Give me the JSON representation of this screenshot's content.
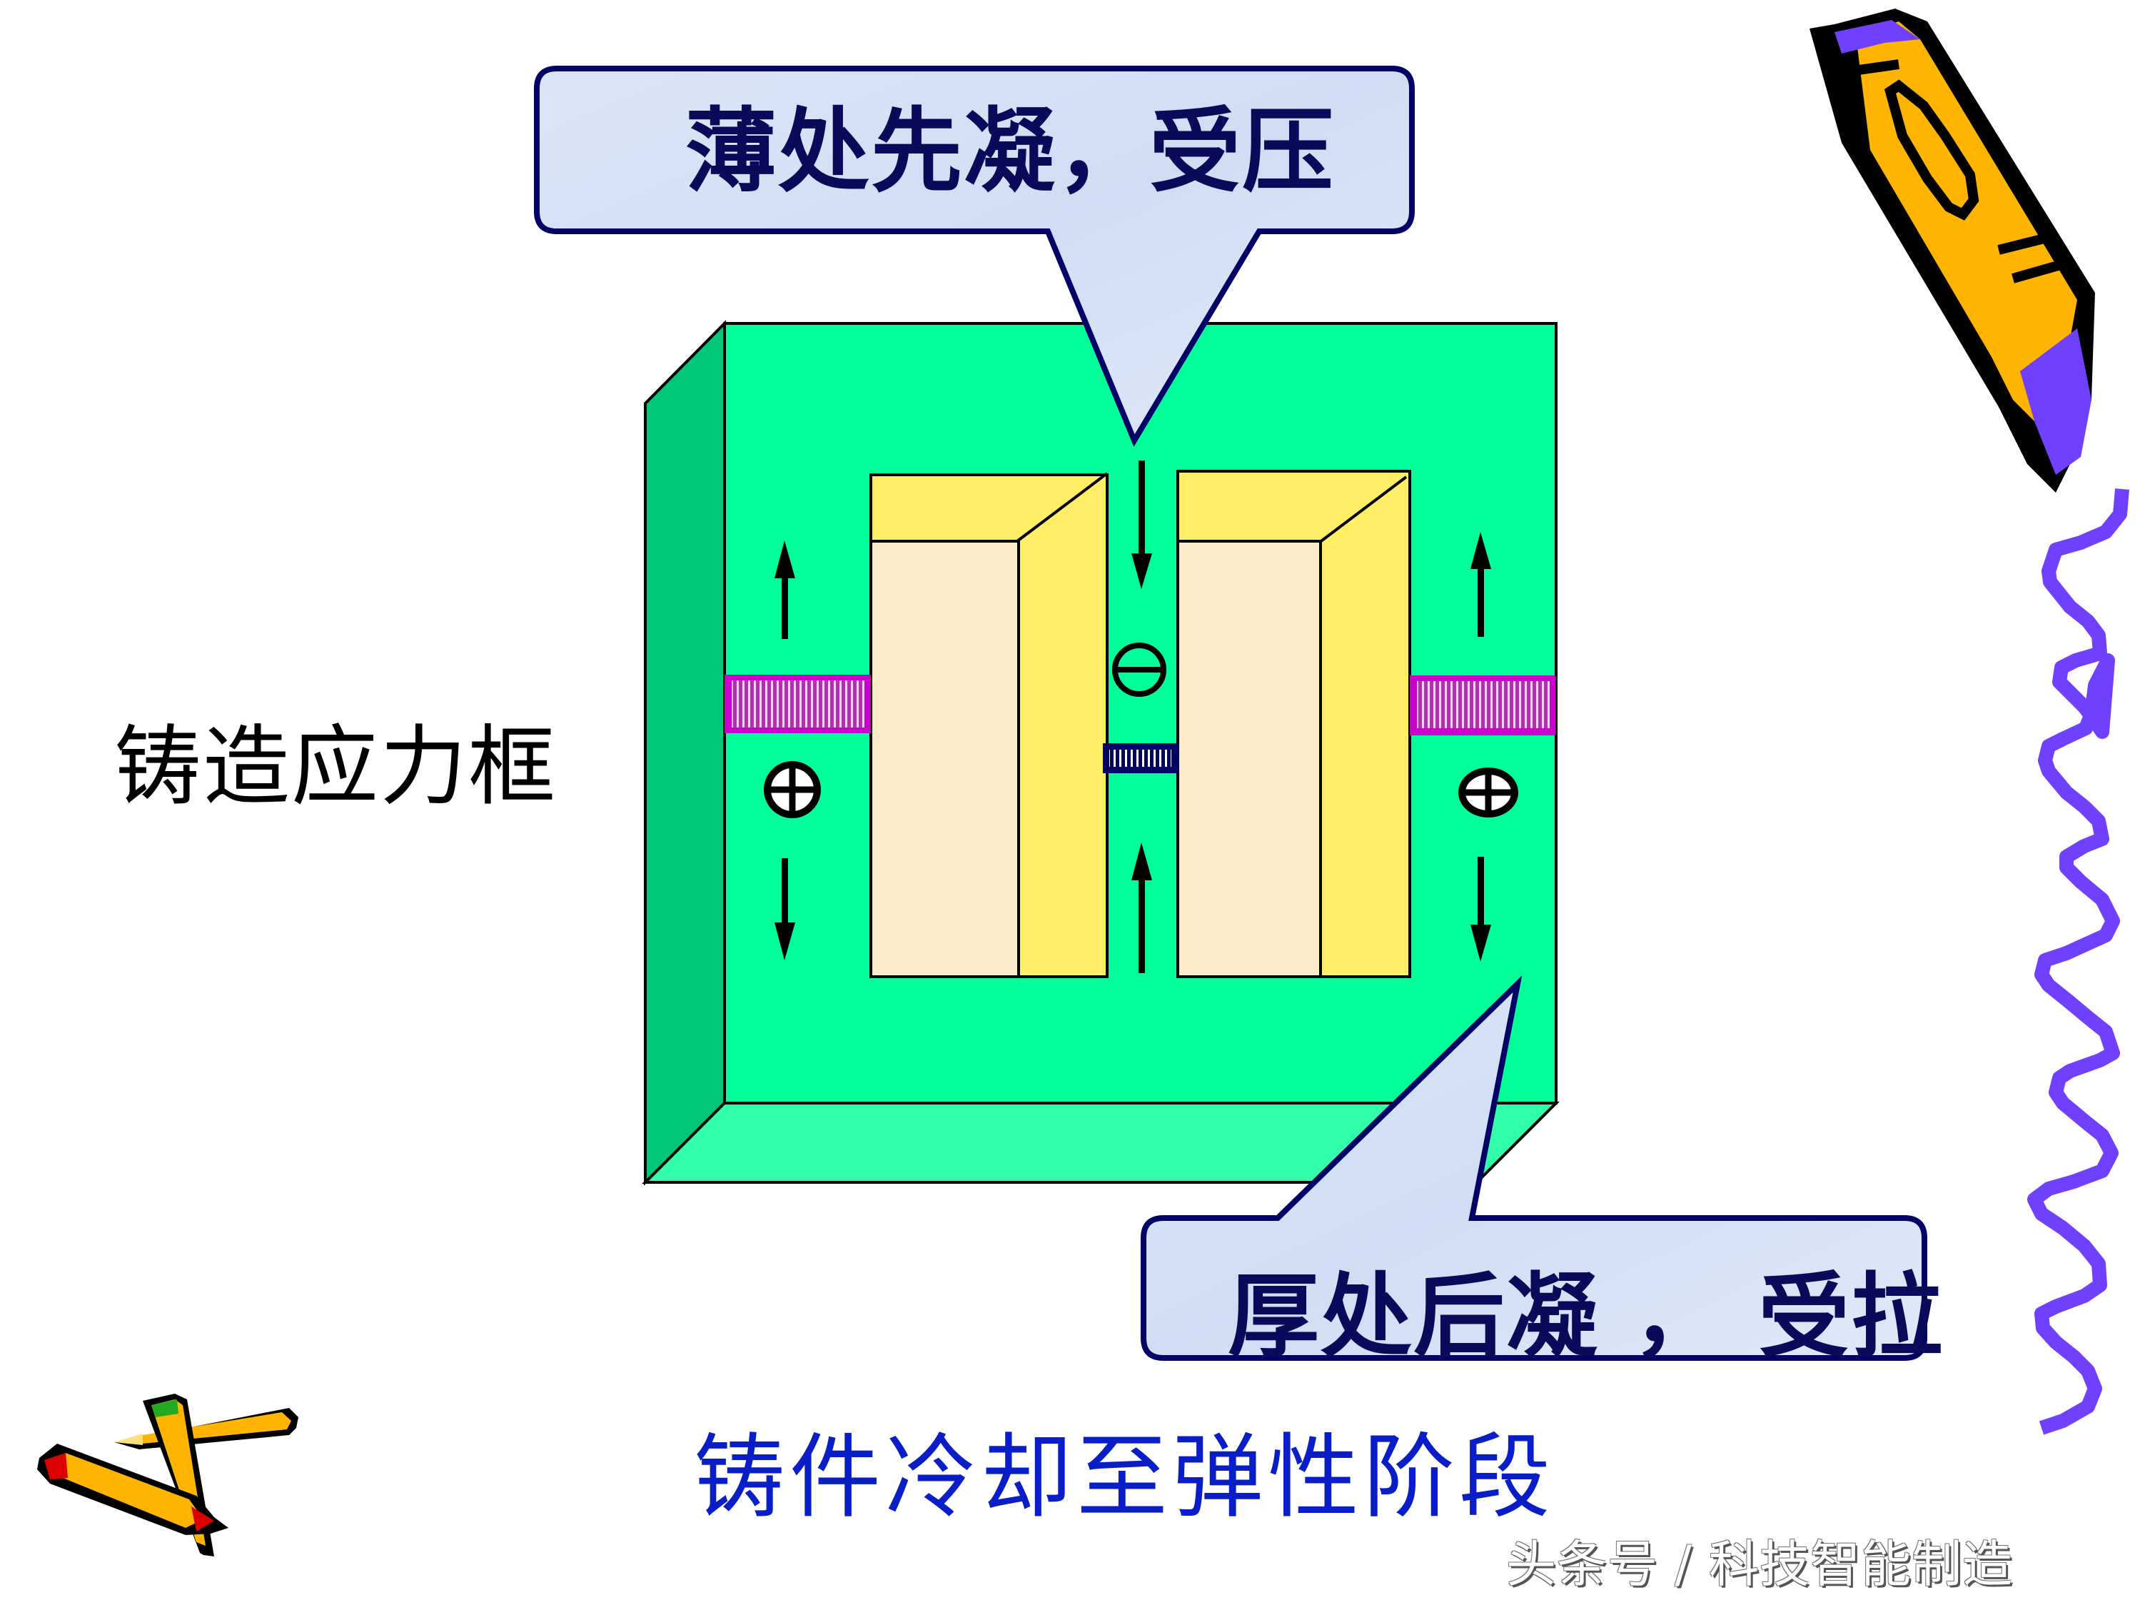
{
  "diagram": {
    "title": "铸造应力框",
    "caption": "铸件冷却至弹性阶段",
    "callouts": {
      "top": "薄处先凝，受压",
      "bottom": "厚处后凝 ， 受拉"
    },
    "stress_symbols": {
      "center": "⊖",
      "left": "⊕",
      "right": "⊕"
    },
    "parts": {
      "frame": "stress frame (casting)",
      "thin_bar": "center thin bar",
      "thick_bars": [
        "left thick bar",
        "right thick bar"
      ],
      "blocks": [
        "left sand core",
        "right sand core"
      ]
    },
    "arrows": {
      "center": [
        "down",
        "up"
      ],
      "left": [
        "up",
        "down"
      ],
      "right": [
        "up",
        "down"
      ]
    },
    "colors": {
      "frame_face": "#00ff99",
      "frame_side": "#00c878",
      "frame_bottom": "#33ffaa",
      "core_top": "#ffee66",
      "core_face": "#fbebcb",
      "thick_bar": "#cc00cc",
      "thin_bar": "#000066",
      "callout_fill": "#d6e4f6",
      "callout_border": "#000066",
      "caption": "#0a1ec8",
      "squiggle": "#7040ff",
      "pencil_body": "#ffb400"
    }
  },
  "watermark": "头条号 / 科技智能制造",
  "decorations": {
    "top_right": "pencil-clipart",
    "bottom_left": "crossed-pencils-clipart",
    "right_edge": "purple-squiggle-line"
  }
}
